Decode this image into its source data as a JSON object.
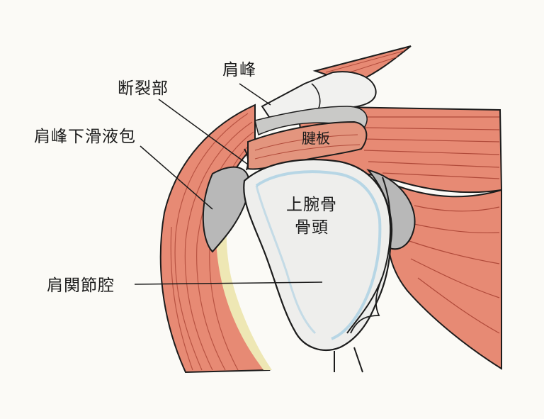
{
  "labels": {
    "acromion": "肩峰",
    "tear": "断裂部",
    "subacromial_bursa": "肩峰下滑液包",
    "tendon_plate": "腱板",
    "humeral_head_line1": "上腕骨",
    "humeral_head_line2": "骨頭",
    "joint_cavity": "肩関節腔"
  },
  "colors": {
    "muscle": "#e78a74",
    "muscle_dark": "#cf5f4c",
    "bone": "#eeeeec",
    "bone_shade": "#b9b9b9",
    "cartilage_blue": "#a9cfe3",
    "bursa_yellow": "#eee7b4",
    "ink": "#1c1c1c"
  }
}
